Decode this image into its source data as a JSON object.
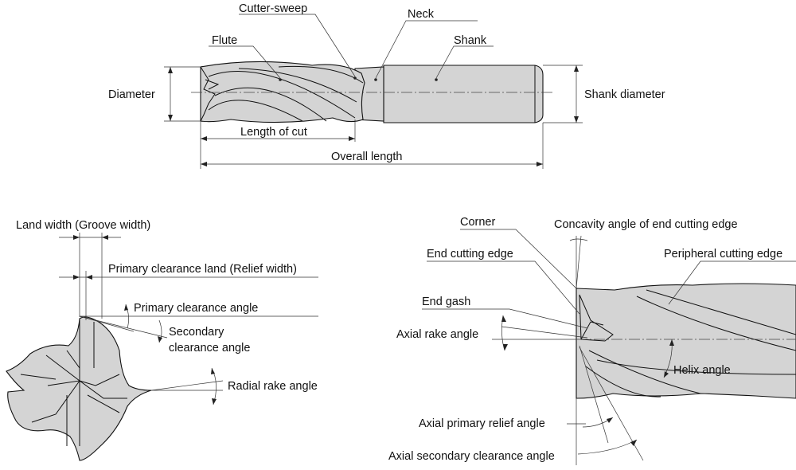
{
  "colors": {
    "metal": "#d4d4d4",
    "outline": "#111111",
    "background": "#ffffff"
  },
  "side_view": {
    "cutter_sweep": "Cutter-sweep",
    "neck": "Neck",
    "flute": "Flute",
    "shank": "Shank",
    "diameter": "Diameter",
    "shank_diameter": "Shank diameter",
    "length_of_cut": "Length of cut",
    "overall_length": "Overall length"
  },
  "end_view": {
    "land_width": "Land width (Groove width)",
    "primary_clearance_land": "Primary clearance land (Relief width)",
    "primary_clearance_angle": "Primary clearance angle",
    "secondary_clearance_angle_line1": "Secondary",
    "secondary_clearance_angle_line2": "clearance angle",
    "radial_rake_angle": "Radial rake angle"
  },
  "tip_view": {
    "corner": "Corner",
    "concavity_angle": "Concavity angle of end cutting edge",
    "end_cutting_edge": "End cutting edge",
    "peripheral_cutting_edge": "Peripheral cutting edge",
    "end_gash": "End gash",
    "axial_rake_angle": "Axial rake angle",
    "helix_angle": "Helix angle",
    "axial_primary_relief_angle": "Axial primary relief angle",
    "axial_secondary_clearance_angle": "Axial secondary clearance angle"
  }
}
